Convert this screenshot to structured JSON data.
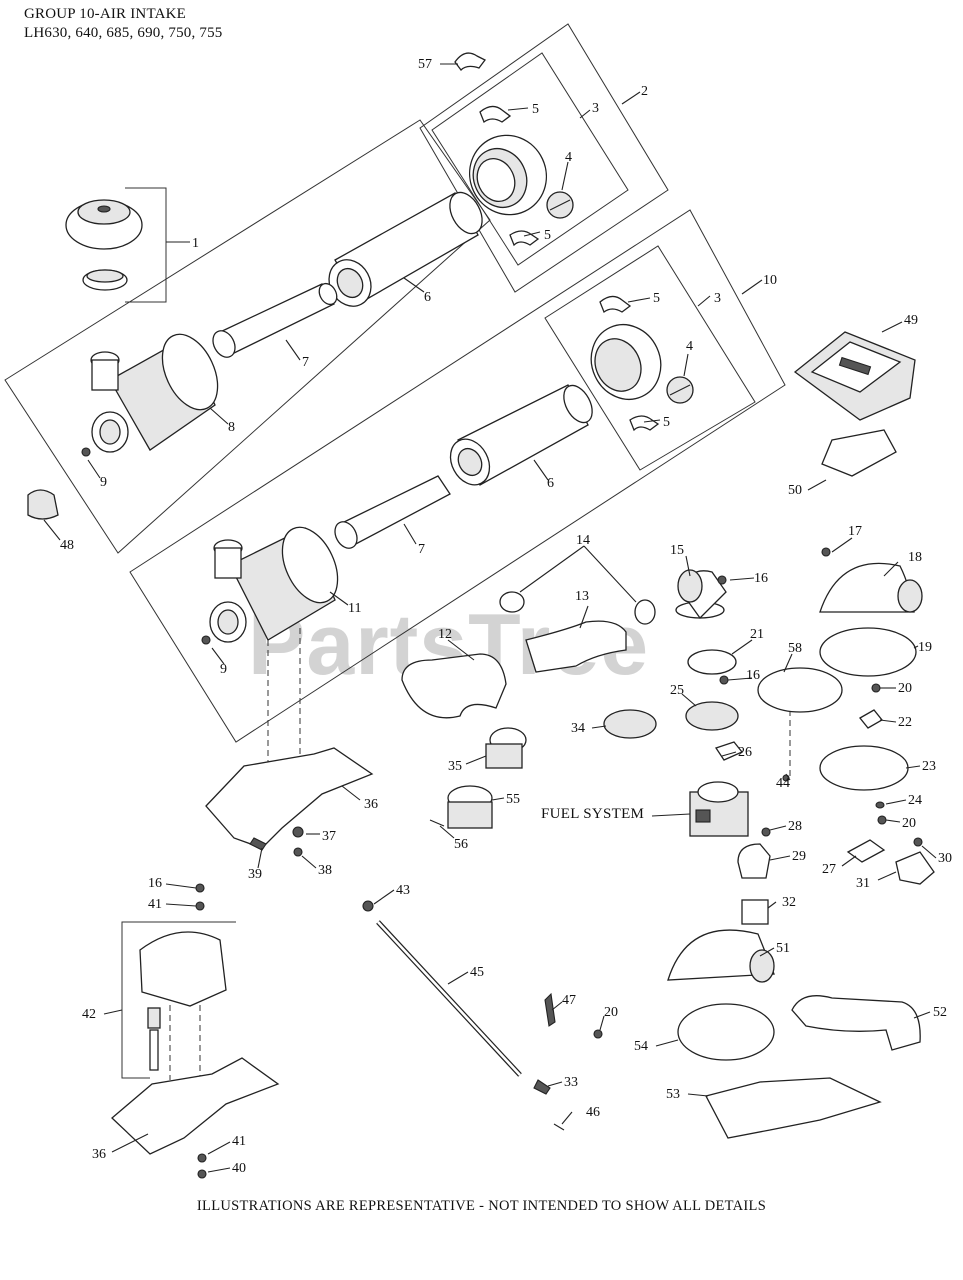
{
  "header": {
    "line1": "GROUP 10-AIR INTAKE",
    "line2": "LH630, 640, 685, 690, 750, 755"
  },
  "footer_note": "ILLUSTRATIONS ARE REPRESENTATIVE - NOT INTENDED TO SHOW ALL DETAILS",
  "fuel_system_label": "FUEL SYSTEM",
  "watermark": "PartsTree",
  "parts": [
    {
      "num": "57"
    },
    {
      "num": "2"
    },
    {
      "num": "3"
    },
    {
      "num": "5"
    },
    {
      "num": "4"
    },
    {
      "num": "5"
    },
    {
      "num": "1"
    },
    {
      "num": "6"
    },
    {
      "num": "7"
    },
    {
      "num": "8"
    },
    {
      "num": "9"
    },
    {
      "num": "48"
    },
    {
      "num": "10"
    },
    {
      "num": "5"
    },
    {
      "num": "3"
    },
    {
      "num": "4"
    },
    {
      "num": "5"
    },
    {
      "num": "49"
    },
    {
      "num": "6"
    },
    {
      "num": "50"
    },
    {
      "num": "7"
    },
    {
      "num": "11"
    },
    {
      "num": "9"
    },
    {
      "num": "14"
    },
    {
      "num": "15"
    },
    {
      "num": "16"
    },
    {
      "num": "17"
    },
    {
      "num": "18"
    },
    {
      "num": "13"
    },
    {
      "num": "12"
    },
    {
      "num": "21"
    },
    {
      "num": "19"
    },
    {
      "num": "58"
    },
    {
      "num": "16"
    },
    {
      "num": "20"
    },
    {
      "num": "25"
    },
    {
      "num": "34"
    },
    {
      "num": "22"
    },
    {
      "num": "26"
    },
    {
      "num": "35"
    },
    {
      "num": "44"
    },
    {
      "num": "23"
    },
    {
      "num": "55"
    },
    {
      "num": "36"
    },
    {
      "num": "24"
    },
    {
      "num": "20"
    },
    {
      "num": "28"
    },
    {
      "num": "37"
    },
    {
      "num": "56"
    },
    {
      "num": "29"
    },
    {
      "num": "30"
    },
    {
      "num": "27"
    },
    {
      "num": "31"
    },
    {
      "num": "39"
    },
    {
      "num": "38"
    },
    {
      "num": "16"
    },
    {
      "num": "43"
    },
    {
      "num": "41"
    },
    {
      "num": "32"
    },
    {
      "num": "51"
    },
    {
      "num": "45"
    },
    {
      "num": "42"
    },
    {
      "num": "47"
    },
    {
      "num": "20"
    },
    {
      "num": "52"
    },
    {
      "num": "54"
    },
    {
      "num": "33"
    },
    {
      "num": "53"
    },
    {
      "num": "46"
    },
    {
      "num": "41"
    },
    {
      "num": "36"
    },
    {
      "num": "40"
    }
  ]
}
